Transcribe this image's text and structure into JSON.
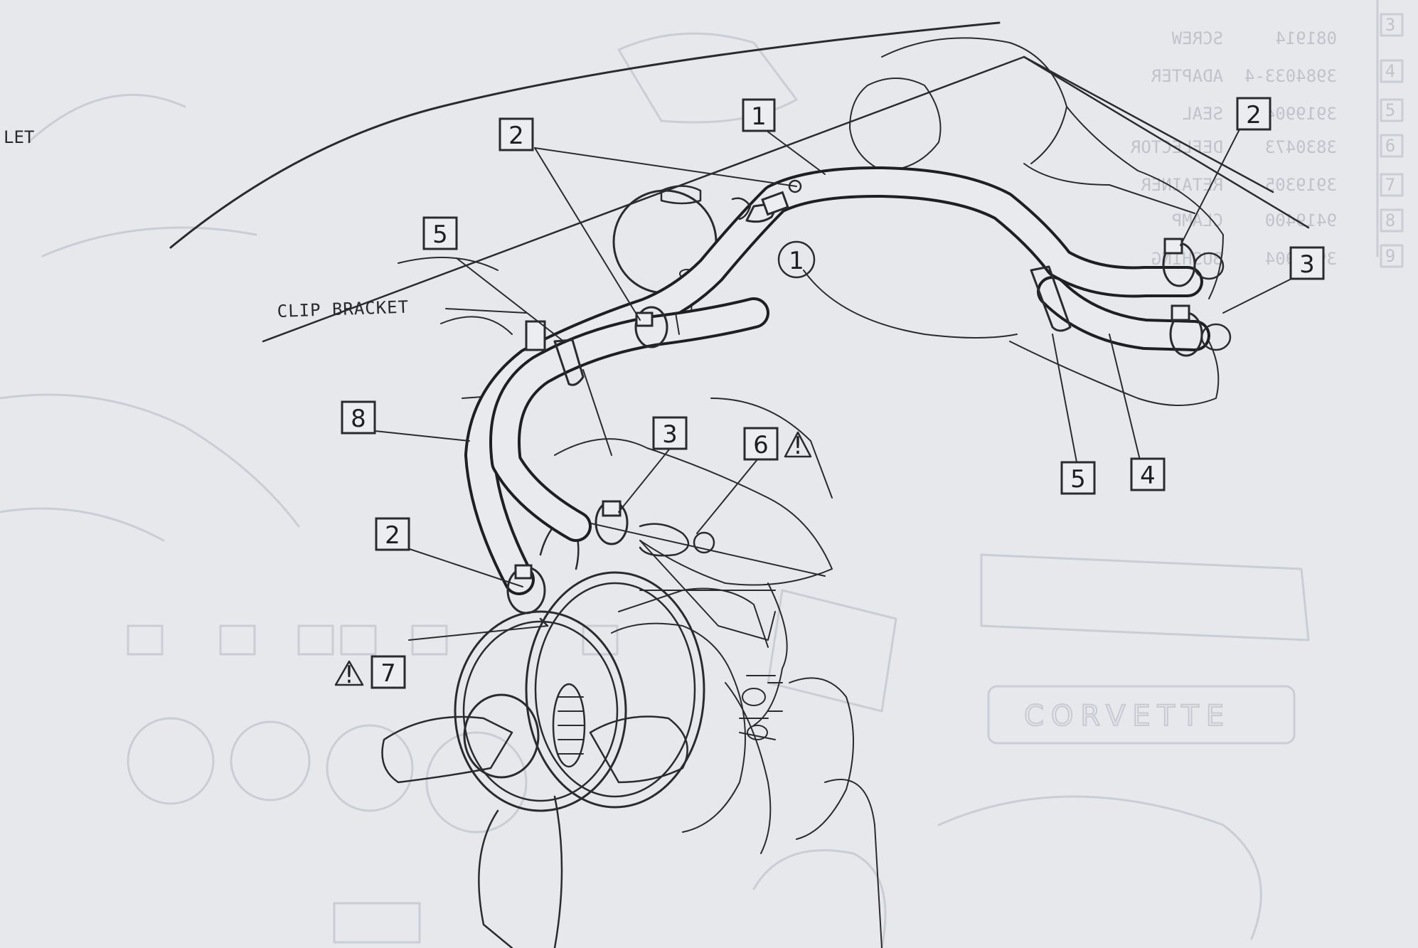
{
  "margin_fragment": "LET",
  "clip_bracket_label": "CLIP BRACKET",
  "callouts": {
    "c1": "1",
    "c1_circle": "1",
    "c2a": "2",
    "c2b": "2",
    "c2c": "2",
    "c3a": "3",
    "c3b": "3",
    "c4": "4",
    "c5a": "5",
    "c5b": "5",
    "c6": "6",
    "c7": "7",
    "c8": "8",
    "warn": "!"
  },
  "bleed_through": {
    "part_numbers": [
      "081914",
      "3984033-4",
      "3919904",
      "3830473",
      "3919305",
      "9419400",
      "3919904"
    ],
    "part_names": [
      "SCREW",
      "ADAPTER",
      "SEAL",
      "DEFLECTOR",
      "RETAINER",
      "CLAMP",
      "BUSHING"
    ],
    "index": [
      "3",
      "4",
      "5",
      "6",
      "7",
      "8",
      "9"
    ],
    "logo": "CORVETTE"
  },
  "colors": {
    "paper": "#e6e8ec",
    "ink": "#2b2b2e",
    "ghost": "#c9cdd6"
  }
}
